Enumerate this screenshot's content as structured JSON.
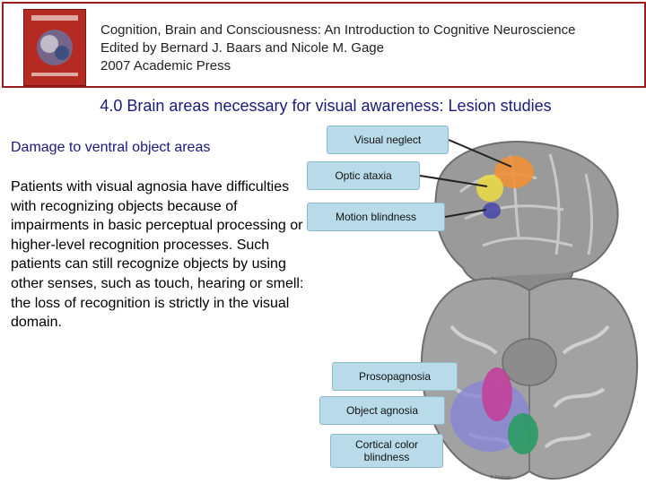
{
  "header": {
    "line1": "Cognition, Brain and Consciousness: An Introduction to Cognitive Neuroscience",
    "line2": "Edited by Bernard J. Baars and Nicole M. Gage",
    "line3": "2007 Academic Press"
  },
  "slide": {
    "title": "4.0 Brain areas necessary for visual awareness: Lesion studies",
    "subtitle": "Damage to ventral object areas",
    "body": "Patients with visual agnosia have difficulties with recognizing objects because of impairments in basic perceptual processing or higher-level recognition processes. Such patients can still recognize objects by using other senses, such as touch, hearing or smell: the loss of recognition is strictly in the visual domain."
  },
  "figure": {
    "labels": {
      "visual_neglect": "Visual neglect",
      "optic_ataxia": "Optic ataxia",
      "motion_blindness": "Motion blindness",
      "prosopagnosia": "Prosopagnosia",
      "object_agnosia": "Object agnosia",
      "color_blindness": "Cortical color blindness"
    },
    "credit": "© Pearson",
    "colors": {
      "label_box": "#b9dbe9",
      "neglect": "#f0913a",
      "ataxia": "#e8d94a",
      "motion": "#4a4aa8",
      "prosopagnosia": "#c2409a",
      "object": "#8a86d8",
      "color": "#2a9a64",
      "brain": "#9a9a9a"
    }
  }
}
